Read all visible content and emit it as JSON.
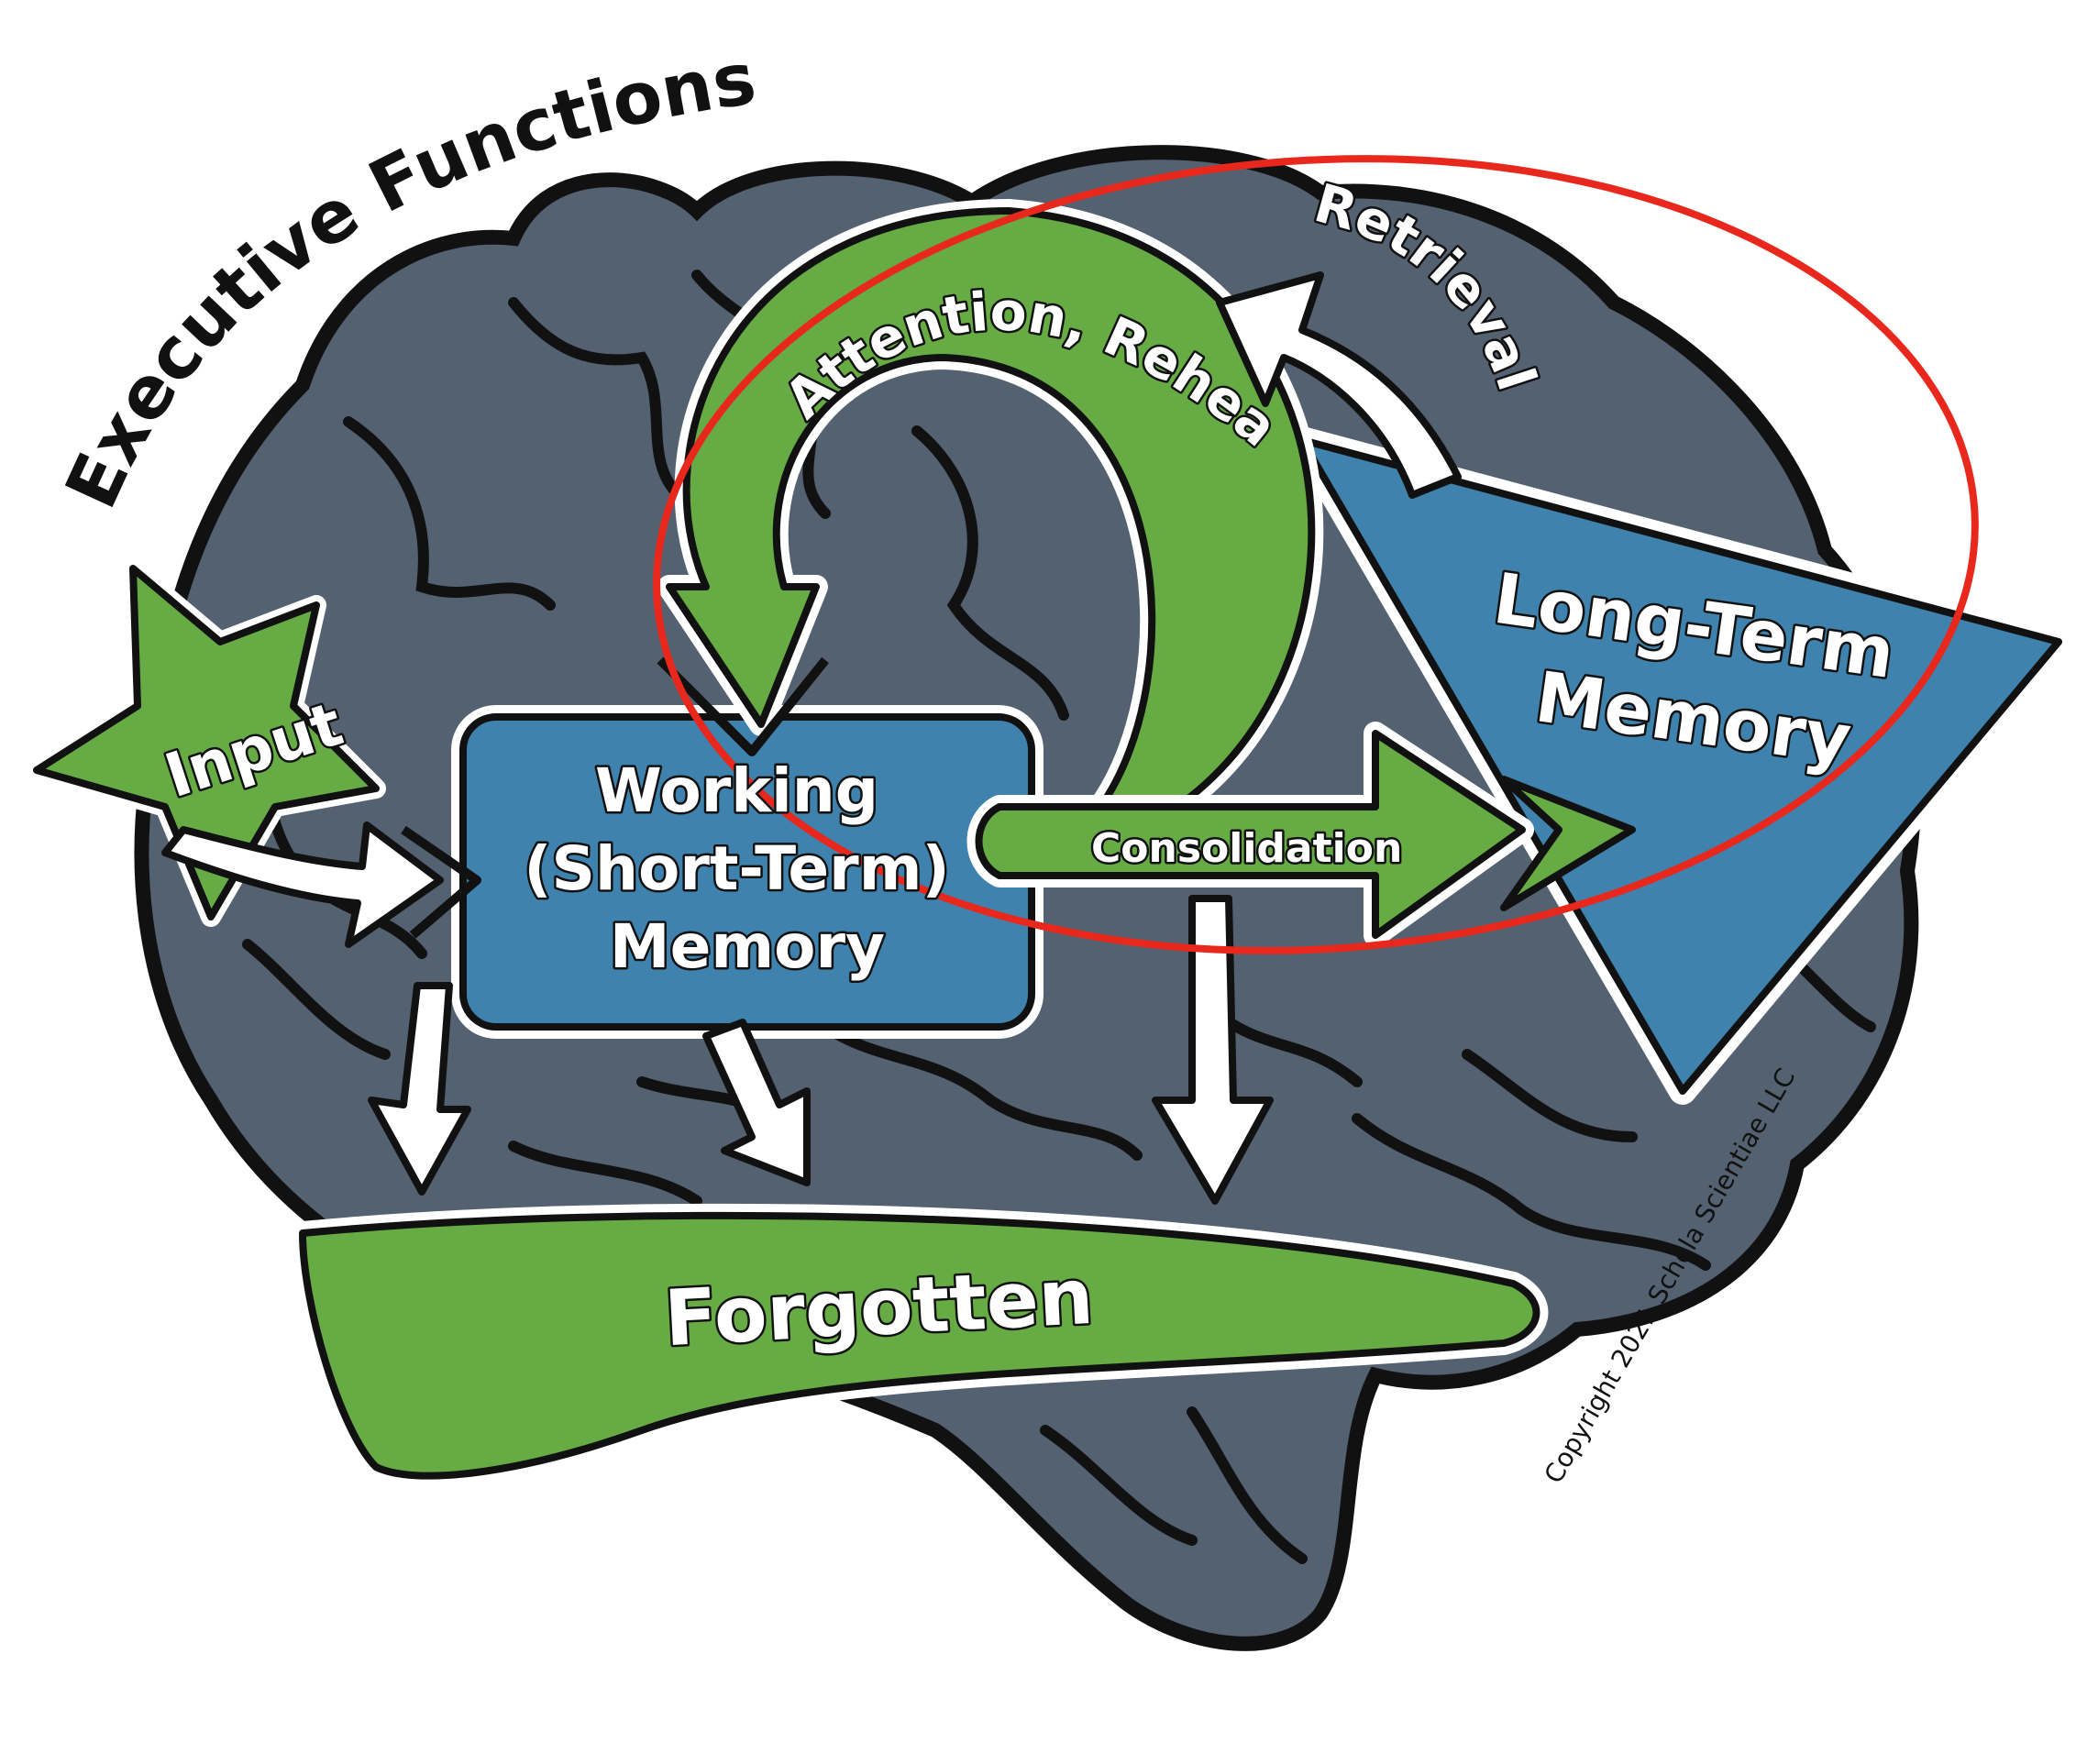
{
  "diagram": {
    "executive_functions": "Executive Functions",
    "input": "Input",
    "attention_rehearsal": "Attention, Rehearsal",
    "retrieval": "Retrieval",
    "working_memory": [
      "Working",
      "(Short-Term)",
      "Memory"
    ],
    "long_term_memory": [
      "Long-Term",
      "Memory"
    ],
    "consolidation": "Consolidation",
    "forgotten": "Forgotten",
    "copyright": "Copyright 2021 Schola Scientiae LLC"
  },
  "colors": {
    "brain": "#536170",
    "green": "#67ab45",
    "blue": "#3f82ad",
    "outline": "#111111",
    "highlight": "#e8281c"
  }
}
